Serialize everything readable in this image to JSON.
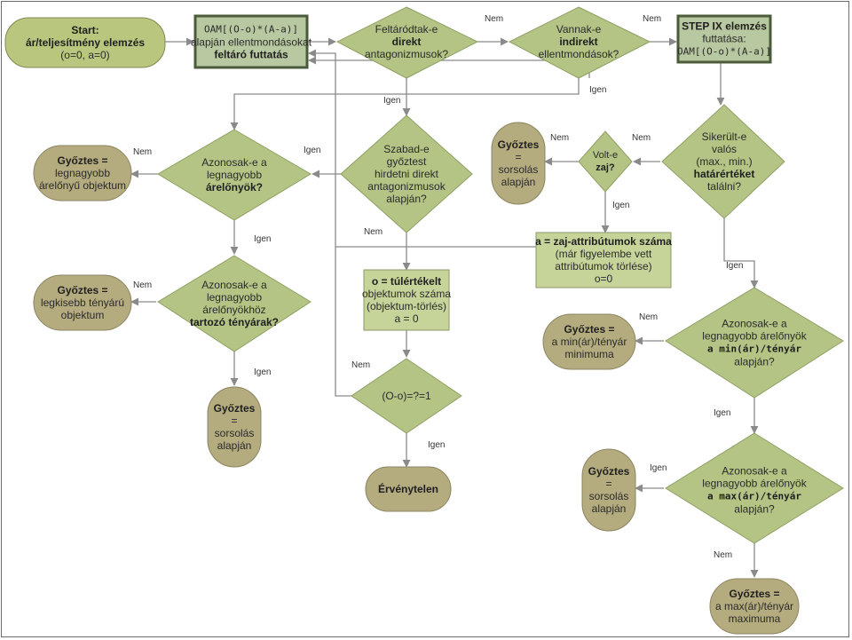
{
  "nodes": {
    "start": [
      "Start:",
      "ár/teljesítmény elemzés",
      "(o=0, a=0)"
    ],
    "oam_run": [
      "OAM[(O-o)*(A-a)]",
      "alapján ellentmondásokat",
      "feltáró futtatás"
    ],
    "q_direct_antag": [
      "Feltáródtak-e",
      "direkt",
      "antagonizmusok?"
    ],
    "q_indirect": [
      "Vannak-e",
      "indirekt",
      "ellentmondások?"
    ],
    "step9": [
      "STEP IX elemzés",
      "futtatása:",
      "OAM[(O-o)*(A-a)]"
    ],
    "q_same_best": [
      "Azonosak-e a",
      "legnagyobb",
      "árelőnyök?"
    ],
    "q_free_winner": [
      "Szabad-e",
      "győztest",
      "hirdetni direkt",
      "antagonizmusok",
      "alapján?"
    ],
    "q_noise": [
      "Volt-e",
      "zaj?"
    ],
    "q_limits": [
      "Sikerült-e",
      "valós",
      "(max., min.)",
      "határértéket",
      "találni?"
    ],
    "win_best_adv": [
      "Győztes =",
      "legnagyobb",
      "árelőnyű objektum"
    ],
    "win_smallest": [
      "Győztes =",
      "legkisebb tényárú",
      "objektum"
    ],
    "win_lottery1": [
      "Győztes",
      "=",
      "sorsolás",
      "alapján"
    ],
    "q_same_fact": [
      "Azonosak-e a",
      "legnagyobb",
      "árelőnyökhöz",
      "tartozó tényárak?"
    ],
    "overvalued": [
      "o = túlértékelt",
      "objektumok száma",
      "(objektum-törlés)",
      "a = 0"
    ],
    "q_oo": [
      "(O-o)=?=1"
    ],
    "invalid": [
      "Érvénytelen"
    ],
    "noise_attr": [
      "a = zaj-attribútumok száma",
      "(már figyelembe vett",
      "attribútumok törlése)",
      "o=0"
    ],
    "win_lottery_noise": [
      "Győztes",
      "=",
      "sorsolás",
      "alapján"
    ],
    "win_min": [
      "Győztes =",
      "a min(ár)/tényár",
      "minimuma"
    ],
    "q_min": [
      "Azonosak-e a",
      "legnagyobb árelőnyök",
      "a min(ár)/tényár",
      "alapján?"
    ],
    "win_lottery3": [
      "Győztes",
      "=",
      "sorsolás",
      "alapján"
    ],
    "q_max": [
      "Azonosak-e a",
      "legnagyobb árelőnyök",
      "a max(ár)/tényár",
      "alapján?"
    ],
    "win_max": [
      "Győztes =",
      "a max(ár)/tényár",
      "maximuma"
    ]
  },
  "edge_labels": {
    "yes": "Igen",
    "no": "Nem"
  }
}
